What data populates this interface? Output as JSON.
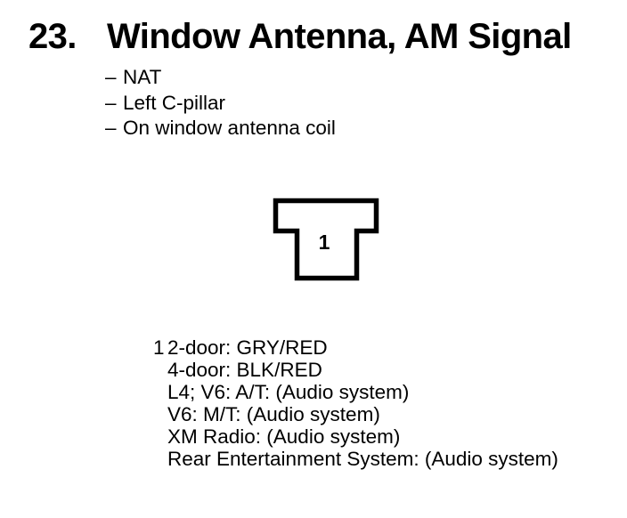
{
  "page": {
    "background": "#ffffff",
    "text_color": "#000000"
  },
  "header": {
    "number": "23.",
    "title": "Window Antenna, AM Signal"
  },
  "location_list": {
    "dash": "–",
    "items": [
      "NAT",
      "Left C-pillar",
      "On window antenna coil"
    ]
  },
  "connector": {
    "pin_label": "1",
    "outline_color": "#000000",
    "fill_color": "#ffffff"
  },
  "pin_list": {
    "pin_number": "1",
    "entries": [
      "2-door: GRY/RED",
      "4-door: BLK/RED",
      "L4; V6: A/T: (Audio system)",
      "V6: M/T: (Audio system)",
      "XM Radio: (Audio system)",
      "Rear Entertainment System: (Audio system)"
    ]
  }
}
